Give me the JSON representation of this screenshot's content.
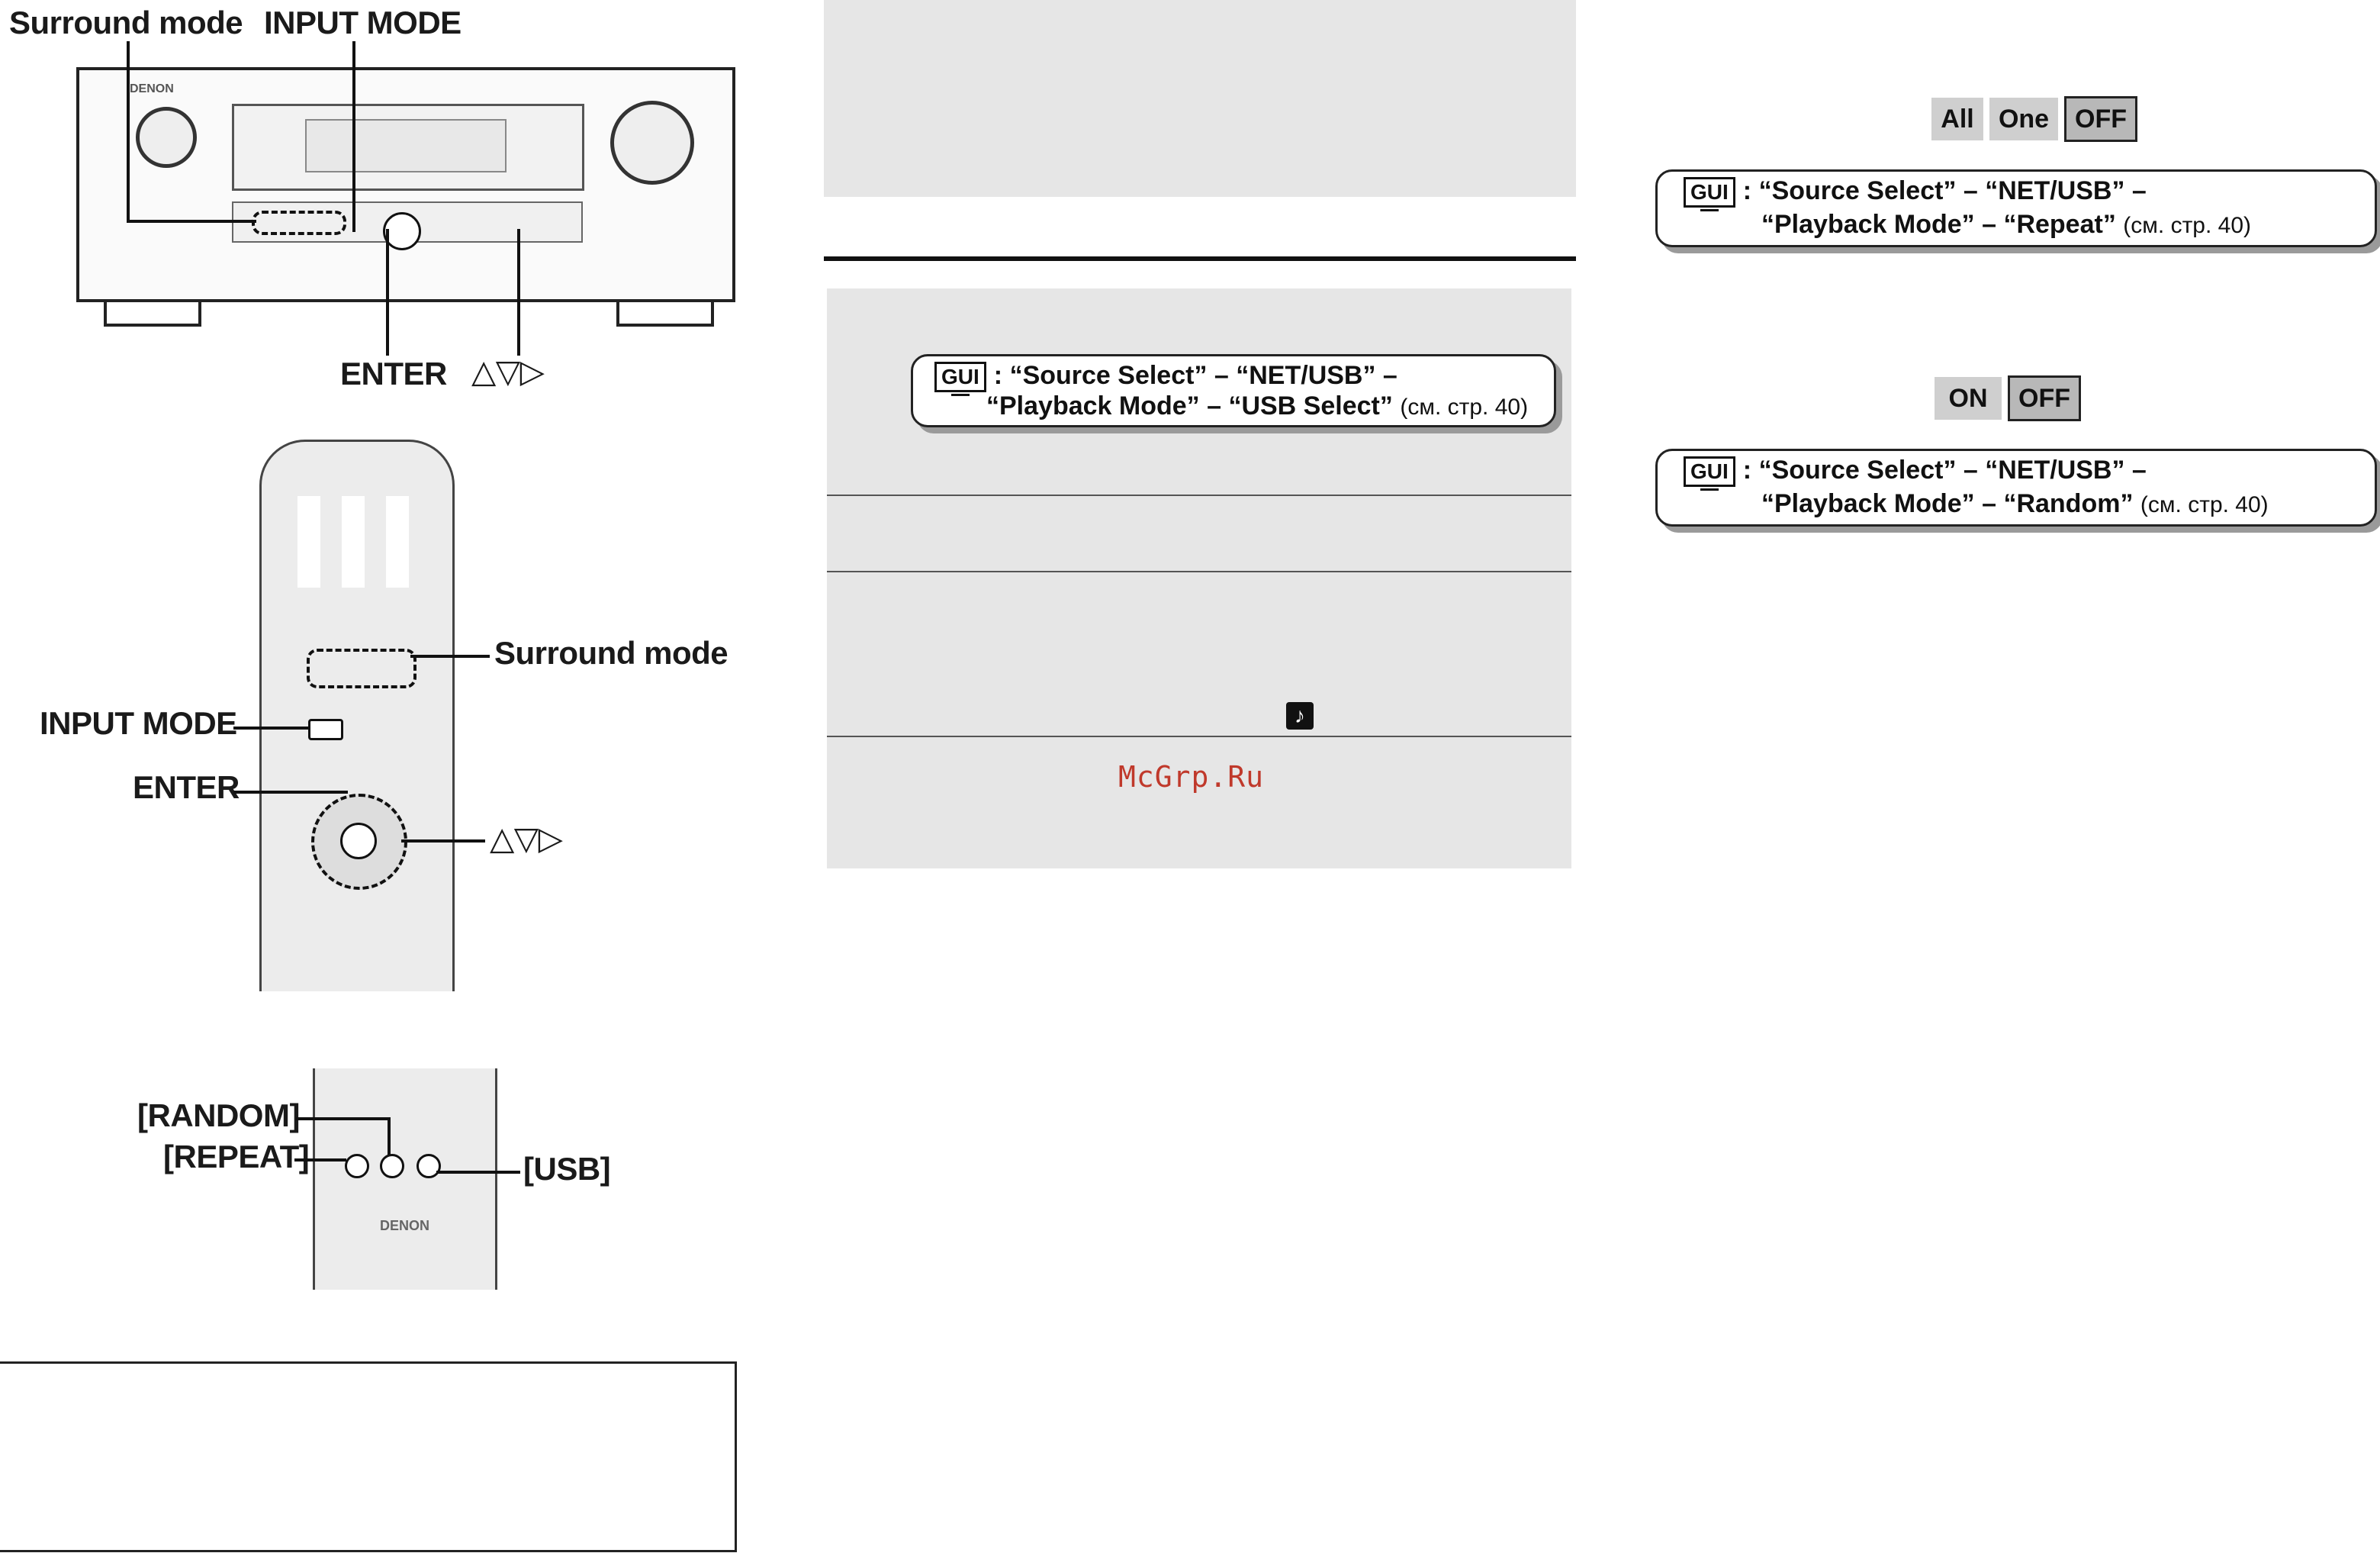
{
  "labels": {
    "surround_mode": "Surround mode",
    "input_mode": "INPUT MODE",
    "enter": "ENTER",
    "arrows": "△▽▷",
    "random": "[RANDOM]",
    "repeat": "[REPEAT]",
    "usb": "[USB]",
    "brand": "DENON"
  },
  "gui_usb_select": {
    "icon": "GUI",
    "line1": "“Source Select” – “NET/USB” –",
    "line2": "“Playback Mode” – “USB Select”",
    "ref": "(см. стр. 40)"
  },
  "repeat_options": [
    "All",
    "One",
    "OFF"
  ],
  "repeat_selected": "OFF",
  "gui_repeat": {
    "icon": "GUI",
    "line1": "“Source Select” – “NET/USB” –",
    "line2": "“Playback Mode” –  “Repeat”",
    "ref": "(см. стр. 40)"
  },
  "random_options": [
    "ON",
    "OFF"
  ],
  "random_selected": "OFF",
  "gui_random": {
    "icon": "GUI",
    "line1": "“Source Select” – “NET/USB” –",
    "line2": "“Playback Mode” – “Random”",
    "ref": "(см. стр. 40)"
  },
  "watermark": "McGrp.Ru",
  "colors": {
    "panel_gray": "#e6e6e6",
    "option_gray": "#cfcfcf"
  }
}
